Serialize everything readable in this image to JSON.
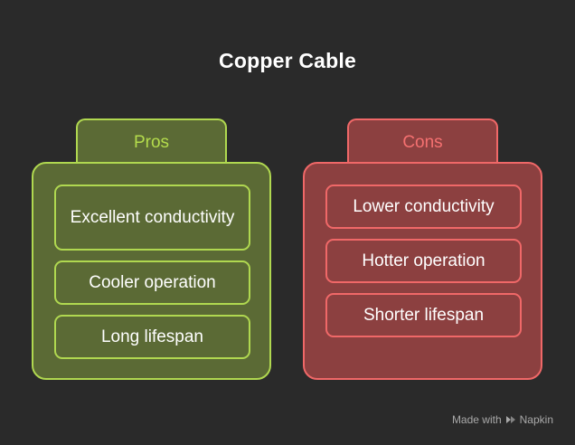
{
  "title": "Copper Cable",
  "pros": {
    "label": "Pros",
    "items": [
      "Excellent conductivity",
      "Cooler operation",
      "Long lifespan"
    ]
  },
  "cons": {
    "label": "Cons",
    "items": [
      "Lower conductivity",
      "Hotter operation",
      "Shorter lifespan"
    ]
  },
  "footer": {
    "made_with": "Made with",
    "brand": "Napkin",
    "brand_icon": "napkin-logo-icon"
  },
  "colors": {
    "background": "#2a2a2a",
    "pros_fill": "#5b6a35",
    "pros_border": "#b0d850",
    "pros_text": "#b4dc4c",
    "cons_fill": "#8c4040",
    "cons_border": "#f06868",
    "cons_text": "#f47070"
  }
}
